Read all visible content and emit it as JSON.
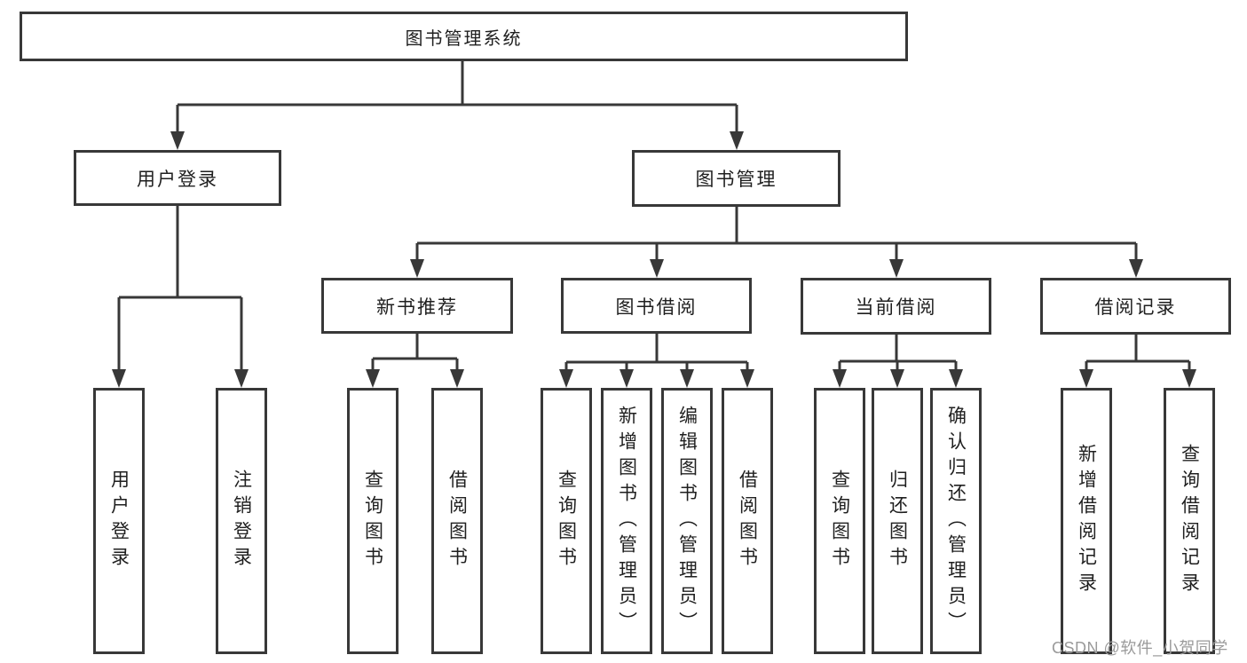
{
  "diagram_type": "functional-structure-tree",
  "tree": {
    "label": "图书管理系统",
    "children": [
      {
        "label": "用户登录",
        "children": [
          {
            "label": "用户登录"
          },
          {
            "label": "注销登录"
          }
        ]
      },
      {
        "label": "图书管理",
        "children": [
          {
            "label": "新书推荐",
            "children": [
              {
                "label": "查询图书"
              },
              {
                "label": "借阅图书"
              }
            ]
          },
          {
            "label": "图书借阅",
            "children": [
              {
                "label": "查询图书"
              },
              {
                "label": "新增图书（管理员）"
              },
              {
                "label": "编辑图书（管理员）"
              },
              {
                "label": "借阅图书"
              }
            ]
          },
          {
            "label": "当前借阅",
            "children": [
              {
                "label": "查询图书"
              },
              {
                "label": "归还图书"
              },
              {
                "label": "确认归还（管理员）"
              }
            ]
          },
          {
            "label": "借阅记录",
            "children": [
              {
                "label": "新增借阅记录"
              },
              {
                "label": "查询借阅记录"
              }
            ]
          }
        ]
      }
    ]
  },
  "watermark": {
    "text": "CSDN @软件_小贺同学",
    "color": "#9a9a9a"
  },
  "colors": {
    "line": "#383838",
    "box_border": "#383838",
    "text": "#1f1f1f",
    "background": "#ffffff"
  }
}
